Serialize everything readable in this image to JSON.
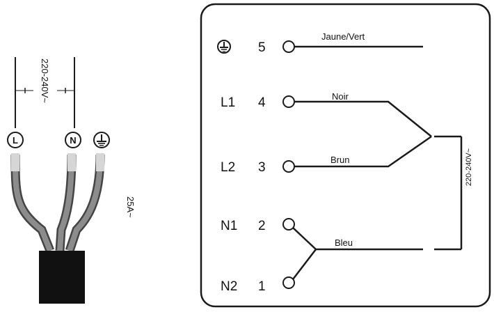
{
  "supply": {
    "voltage_label": "220-240V~",
    "rating_label": "25A~",
    "terminals": [
      "L",
      "N"
    ],
    "earth_symbol": "earth-ground-symbol"
  },
  "panel": {
    "rows": [
      {
        "symbol": "earth",
        "name": "",
        "number": "5",
        "wire_label": "Jaune/Vert"
      },
      {
        "symbol": "",
        "name": "L1",
        "number": "4",
        "wire_label": "Noir"
      },
      {
        "symbol": "",
        "name": "L2",
        "number": "3",
        "wire_label": "Brun"
      },
      {
        "symbol": "",
        "name": "N1",
        "number": "2",
        "wire_label": "Bleu"
      },
      {
        "symbol": "",
        "name": "N2",
        "number": "1",
        "wire_label": ""
      }
    ],
    "voltage_label": "220-240V~"
  },
  "colors": {
    "line": "#1a1a1a",
    "cable_sheath": "#111111",
    "wire_grey": "#8c8c8c",
    "wire_light": "#cfcfcf"
  }
}
